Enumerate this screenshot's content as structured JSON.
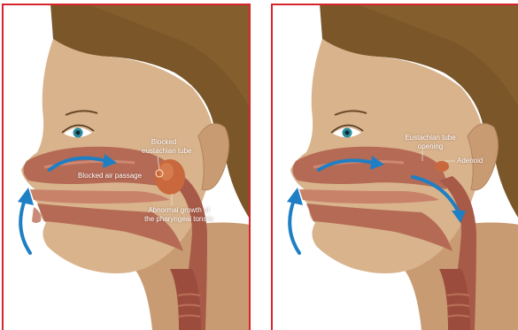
{
  "panels": [
    {
      "state": "blocked",
      "labels": {
        "blocked_eustachian_line1": "Blocked",
        "blocked_eustachian_line2": "eustachian tube",
        "blocked_air_passage": "Blocked air passage",
        "abnormal_growth_line1": "Abnormal growth of",
        "abnormal_growth_line2": "the pharyngeal tonsils"
      }
    },
    {
      "state": "normal",
      "labels": {
        "eustachian_line1": "Eustachian tube",
        "eustachian_line2": "opening",
        "adenoid": "Adenoid"
      }
    }
  ],
  "colors": {
    "frame": "#d8242c",
    "arrow": "#1f7fc4",
    "skin": "#d8b38c",
    "hair": "#7a5628",
    "airway": "#b56a55",
    "adenoid": "#c9683c"
  },
  "icons": [
    "airflow-arrow",
    "eye",
    "ear"
  ]
}
